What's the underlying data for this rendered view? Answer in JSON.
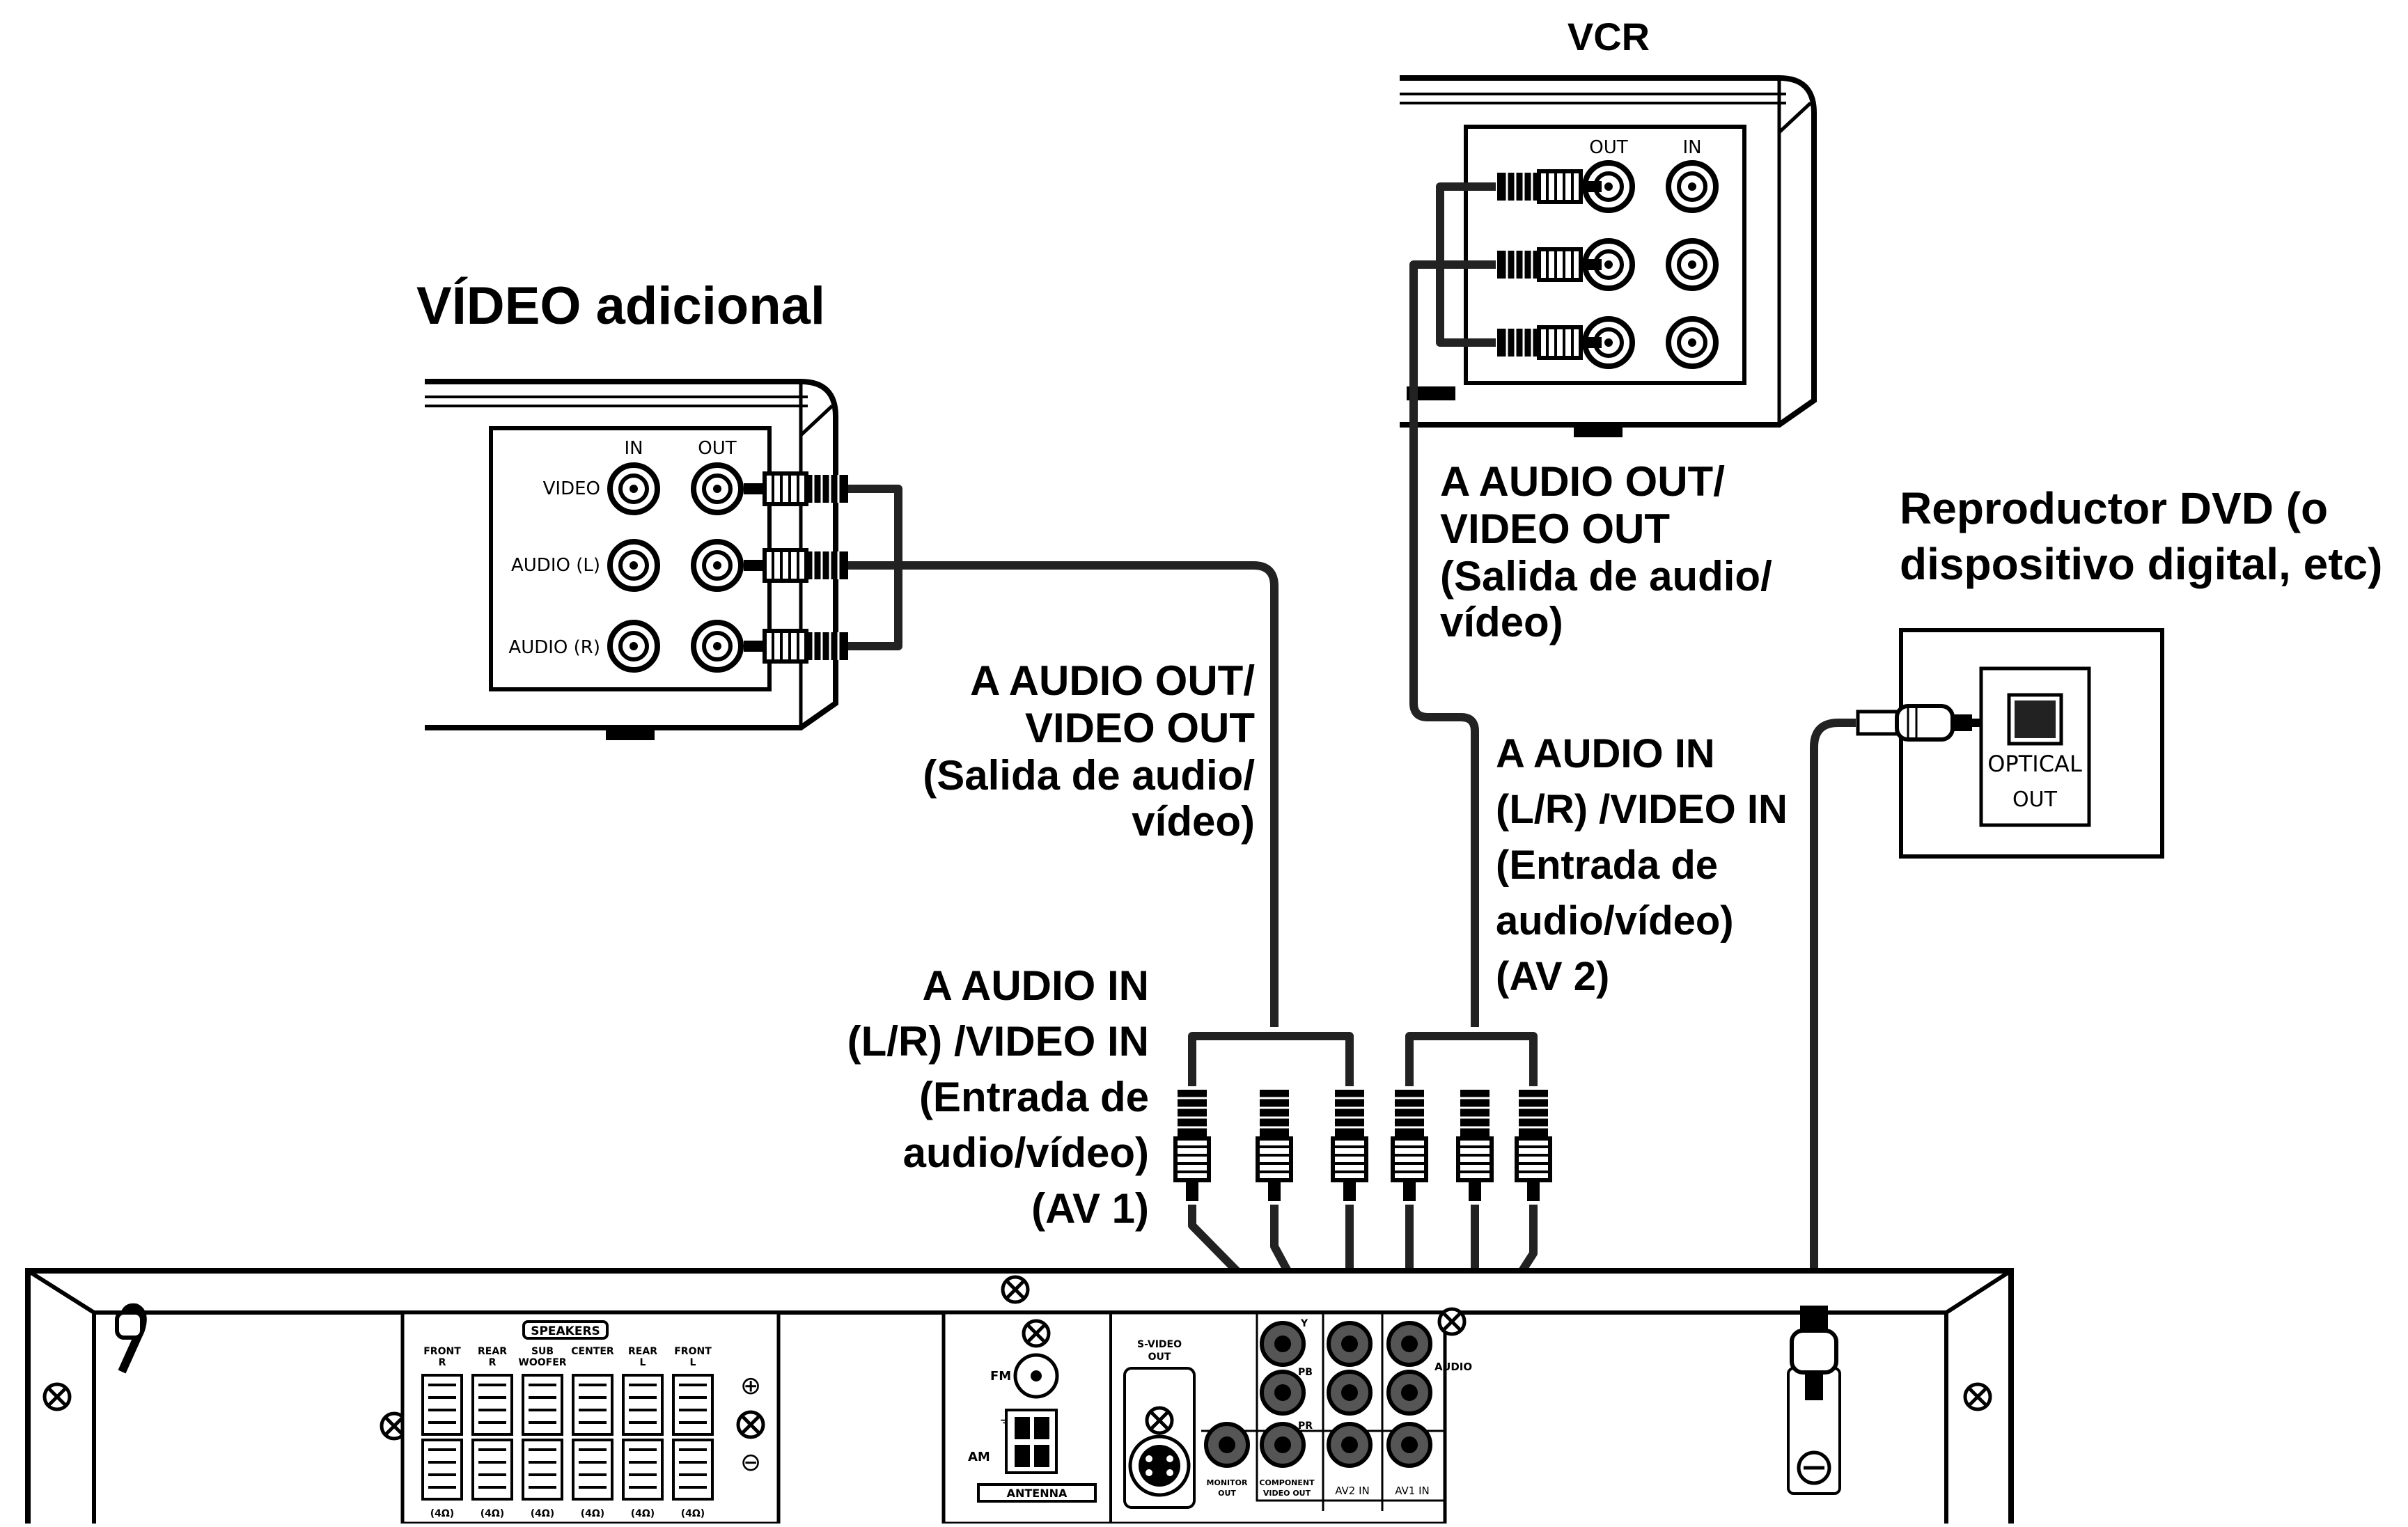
{
  "titles": {
    "vcr": "VCR",
    "extra_video": "VÍDEO adicional",
    "dvd": [
      "Reproductor DVD (o",
      "dispositivo digital, etc)"
    ]
  },
  "labels": {
    "vcr_out": [
      "A AUDIO OUT/",
      "VIDEO OUT",
      "(Salida de audio/",
      "vídeo)"
    ],
    "extra_out": [
      "A AUDIO OUT/",
      "VIDEO OUT",
      "(Salida de audio/",
      "vídeo)"
    ],
    "av2_in": [
      "A AUDIO IN",
      "(L/R) /VIDEO IN",
      "(Entrada de",
      "audio/vídeo)",
      "(AV 2)"
    ],
    "av1_in": [
      "A AUDIO IN",
      "(L/R) /VIDEO IN",
      "(Entrada de",
      "audio/vídeo)",
      "(AV 1)"
    ]
  },
  "vcr_panel": {
    "out": "OUT",
    "in": "IN"
  },
  "extra_panel": {
    "in": "IN",
    "out": "OUT",
    "rows": [
      "VIDEO",
      "AUDIO (L)",
      "AUDIO (R)"
    ]
  },
  "optical": [
    "OPTICAL",
    "OUT"
  ],
  "receiver": {
    "speakers": "SPEAKERS",
    "speaker_cols": [
      [
        "FRONT",
        "R"
      ],
      [
        "REAR",
        "R"
      ],
      [
        "SUB",
        "WOOFER"
      ],
      [
        "CENTER",
        ""
      ],
      [
        "REAR",
        "L"
      ],
      [
        "FRONT",
        "L"
      ]
    ],
    "impedance": [
      "(4Ω)",
      "(4Ω)",
      "(4Ω)",
      "(4Ω)",
      "(4Ω)",
      "(4Ω)"
    ],
    "fm": "FM",
    "am": "AM",
    "antenna": "ANTENNA",
    "svideo_out": [
      "S-VIDEO",
      "OUT"
    ],
    "monitor_out": [
      "MONITOR",
      "OUT"
    ],
    "component": [
      "COMPONENT",
      "VIDEO OUT"
    ],
    "av2_in": "AV2 IN",
    "av1_in": "AV1 IN",
    "audio": "AUDIO",
    "jack_y": "Y",
    "jack_pb": "PB",
    "jack_pr": "PR"
  }
}
